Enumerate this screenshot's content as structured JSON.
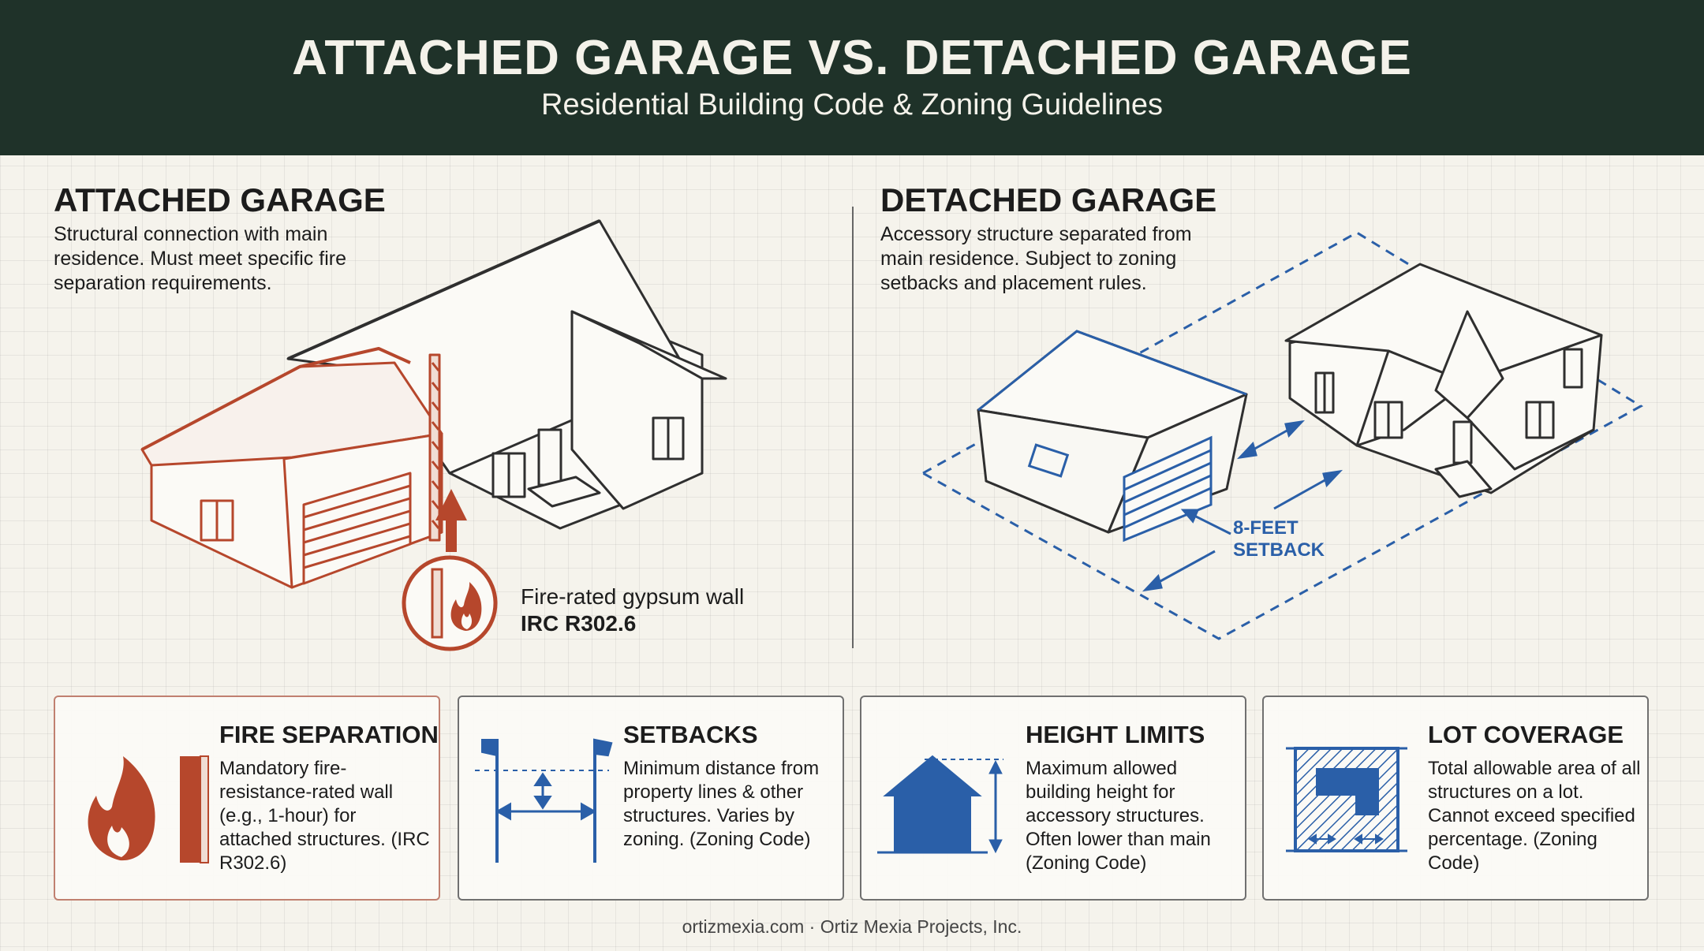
{
  "header": {
    "title": "ATTACHED GARAGE VS. DETACHED GARAGE",
    "subtitle": "Residential Building Code & Zoning Guidelines"
  },
  "attached": {
    "title": "ATTACHED GARAGE",
    "description": "Structural connection with main residence. Must meet specific fire separation requirements.",
    "callout_line1": "Fire-rated gypsum wall",
    "callout_line2": "IRC R302.6"
  },
  "detached": {
    "title": "DETACHED GARAGE",
    "description": "Accessory structure separated from main residence. Subject to zoning setbacks and placement rules.",
    "setback_line1": "8-FEET",
    "setback_line2": "SETBACK"
  },
  "cards": [
    {
      "title": "FIRE SEPARATION",
      "body": "Mandatory fire-resistance-rated wall (e.g., 1-hour) for attached structures. (IRC R302.6)",
      "icon": "flame-wall-icon"
    },
    {
      "title": "SETBACKS",
      "body": "Minimum distance from property lines & other structures. Varies by zoning. (Zoning Code)",
      "icon": "setback-flags-icon"
    },
    {
      "title": "HEIGHT LIMITS",
      "body": "Maximum allowed building height for accessory structures. Often lower than main (Zoning Code)",
      "icon": "house-height-icon"
    },
    {
      "title": "LOT COVERAGE",
      "body": "Total allowable area of all structures on a lot. Cannot exceed specified percentage. (Zoning Code)",
      "icon": "lot-coverage-icon"
    }
  ],
  "footer": "ortizmexia.com · Ortiz Mexia Projects, Inc.",
  "colors": {
    "header_bg": "#1f3229",
    "fire_red": "#b6472c",
    "blueprint_blue": "#2a5fa8",
    "ink": "#2a2a2a"
  }
}
